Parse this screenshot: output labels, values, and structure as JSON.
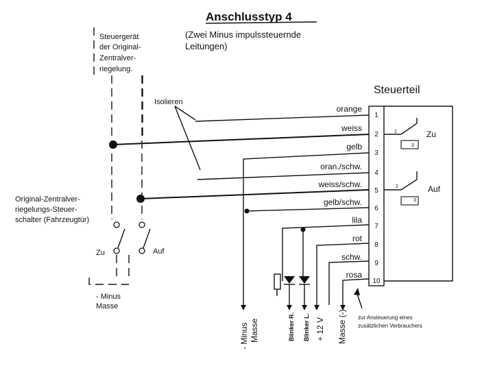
{
  "title": "Anschlusstyp 4",
  "subtitle": [
    "(Zwei Minus impulssteuernde",
    "Leitungen)"
  ],
  "oem_unit": [
    "Steuergerät",
    "der Original-",
    "Zentralver-",
    "riegelung."
  ],
  "isolate": "Isolieren",
  "switch_label": [
    "Original-Zentralver-",
    "riegelungs-Steuer-",
    "schalter (Fahrzeugtür)"
  ],
  "zu": "Zu",
  "auf": "Auf",
  "minus_masse_left": [
    "- Minus",
    "Masse"
  ],
  "steuerteil": "Steuerteil",
  "relay_zu": "Zu",
  "relay_auf": "Auf",
  "wires": [
    {
      "num": "1",
      "color": "orange"
    },
    {
      "num": "2",
      "color": "weiss"
    },
    {
      "num": "3",
      "color": "gelb"
    },
    {
      "num": "4",
      "color": "oran./schw."
    },
    {
      "num": "5",
      "color": "weiss/schw."
    },
    {
      "num": "6",
      "color": "gelb/schw."
    },
    {
      "num": "7",
      "color": "lila"
    },
    {
      "num": "8",
      "color": "rot"
    },
    {
      "num": "9",
      "color": "schw."
    },
    {
      "num": "10",
      "color": "rosa"
    }
  ],
  "bottom_labels": {
    "minus_masse": [
      "- Minus",
      "Masse"
    ],
    "blinker_r": "Blinker R.",
    "blinker_l": "Blinker L.",
    "plus12": "+ 12 V",
    "masse": "Masse (-)"
  },
  "note": [
    "zur Ansteuerung eines",
    "zusätzlichen Verbrauchers"
  ],
  "relay_pins": [
    "1",
    "3",
    "2",
    "3"
  ]
}
